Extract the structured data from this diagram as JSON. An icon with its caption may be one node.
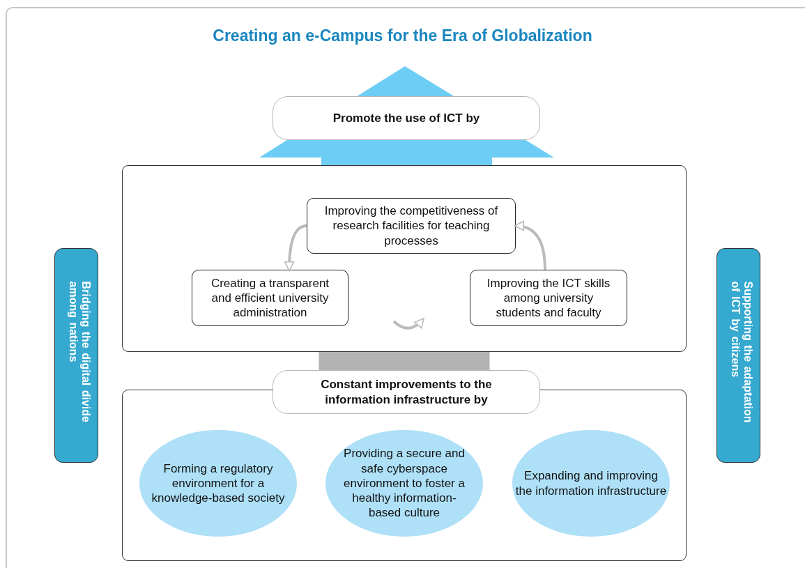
{
  "diagram": {
    "title": "Creating an e-Campus for the Era of Globalization",
    "nodes": [
      {
        "text": [
          "Promote the use of ICT by"
        ]
      },
      {
        "text": [],
        "shape": "box"
      },
      {
        "text": [
          "Improving the competitiveness of research facilities for teaching processes"
        ],
        "in": 1
      },
      {
        "text": [
          "Creating a transparent and efficient university administration"
        ],
        "in": 1
      },
      {
        "text": [
          "Improving the ICT skills among university students and faculty"
        ],
        "in": 1
      },
      {
        "text": [],
        "shape": "box"
      },
      {
        "text": [
          "Constant improvements to the information infrastructure by"
        ]
      },
      {
        "text": [
          "Forming a regulatory environment for a knowledge-based society"
        ],
        "in": 5
      },
      {
        "text": [
          "Providing a secure and safe cyberspace environment to foster a healthy information-based culture"
        ],
        "in": 5
      },
      {
        "text": [
          "Expanding and improving the information infrastructure"
        ],
        "in": 5
      },
      {
        "text": [
          "Bridging the digital divide among nations"
        ]
      },
      {
        "text": [
          "Supporting the adaptation of ICT by citizens"
        ]
      }
    ],
    "edges": [
      {
        "from": 2,
        "to": 3,
        "arrow": "to"
      },
      {
        "from": 3,
        "to": 4,
        "arrow": "to"
      },
      {
        "from": 4,
        "to": 2,
        "arrow": "to"
      },
      {
        "from": 1,
        "to": 6,
        "arrow": "none",
        "style": "thick",
        "color": "#b3b3b3"
      }
    ]
  }
}
